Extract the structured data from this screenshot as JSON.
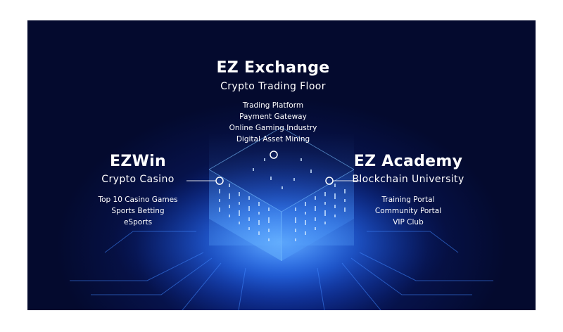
{
  "center": {
    "title": "EZ Exchange",
    "subtitle": "Crypto  Trading Floor",
    "items": [
      "Trading Platform",
      "Payment Gateway",
      "Online Gaming Industry",
      "Digital Asset Mining"
    ]
  },
  "left": {
    "title": "EZWin",
    "subtitle": "Crypto Casino",
    "items": [
      "Top 10 Casino Games",
      "Sports Betting",
      "eSports"
    ]
  },
  "right": {
    "title": "EZ Academy",
    "subtitle": "Blockchain University",
    "items": [
      "Training Portal",
      "Community Portal",
      "VIP Club"
    ]
  },
  "colors": {
    "background": "#040a2e",
    "glow": "#1c56d6",
    "text": "#ffffff"
  }
}
